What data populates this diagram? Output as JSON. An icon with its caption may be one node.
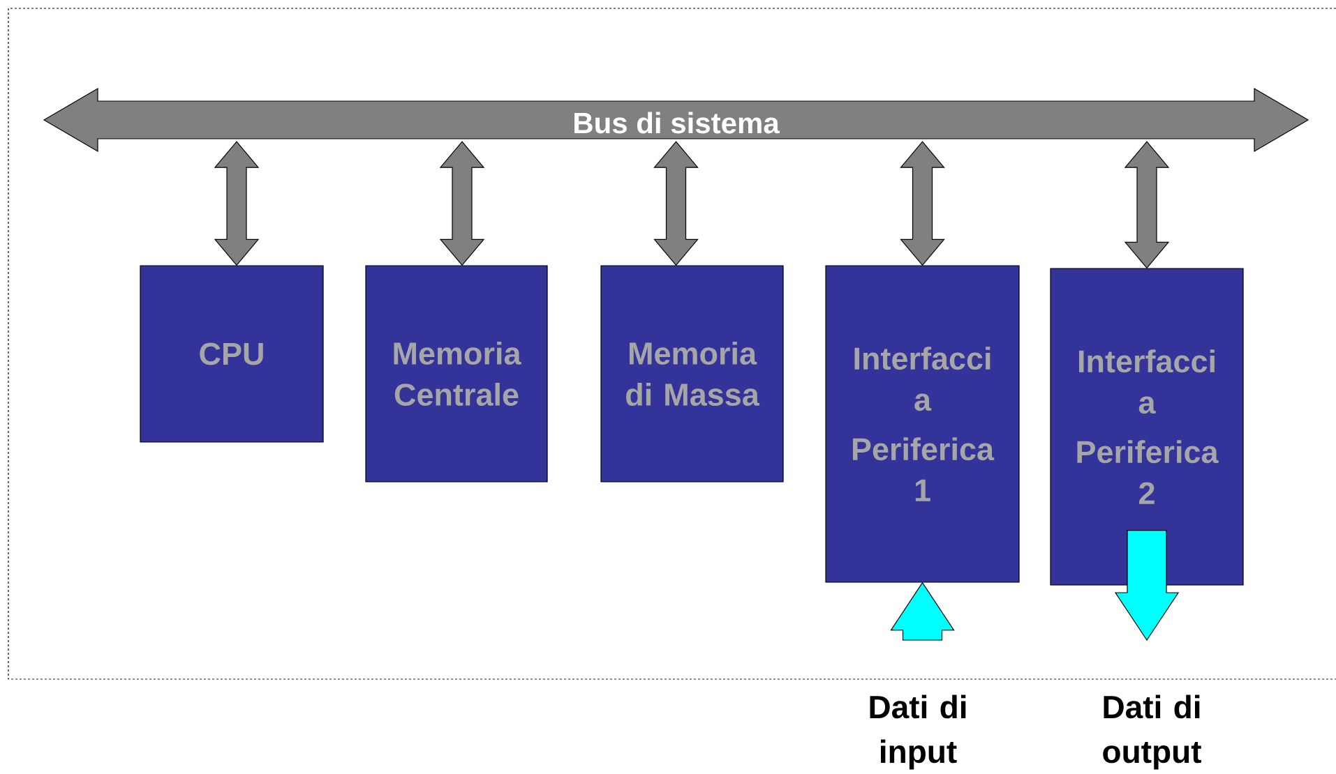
{
  "diagram": {
    "nodes": [
      {
        "text": [
          "Bus di sistema"
        ]
      },
      {
        "text": [
          "CPU"
        ]
      },
      {
        "text": [
          "Memoria Centrale"
        ]
      },
      {
        "text": [
          "Memoria di Massa"
        ]
      },
      {
        "text": [
          "Interfacci a",
          "Periferica 1"
        ]
      },
      {
        "text": [
          "Interfacci a",
          "Periferica 2"
        ]
      }
    ],
    "edges": [
      {
        "from": 0,
        "to": 1,
        "arrow": "both"
      },
      {
        "from": 0,
        "to": 2,
        "arrow": "both"
      },
      {
        "from": 0,
        "to": 3,
        "arrow": "both"
      },
      {
        "from": 0,
        "to": 4,
        "arrow": "both"
      },
      {
        "from": 0,
        "to": 5,
        "arrow": "both"
      },
      {
        "from": null,
        "to": 4,
        "arrow": "to",
        "color": "#00ffff"
      },
      {
        "from": 5,
        "to": null,
        "arrow": "to",
        "color": "#00ffff"
      }
    ],
    "labels": [
      "Dati di input",
      "Dati di output"
    ]
  }
}
